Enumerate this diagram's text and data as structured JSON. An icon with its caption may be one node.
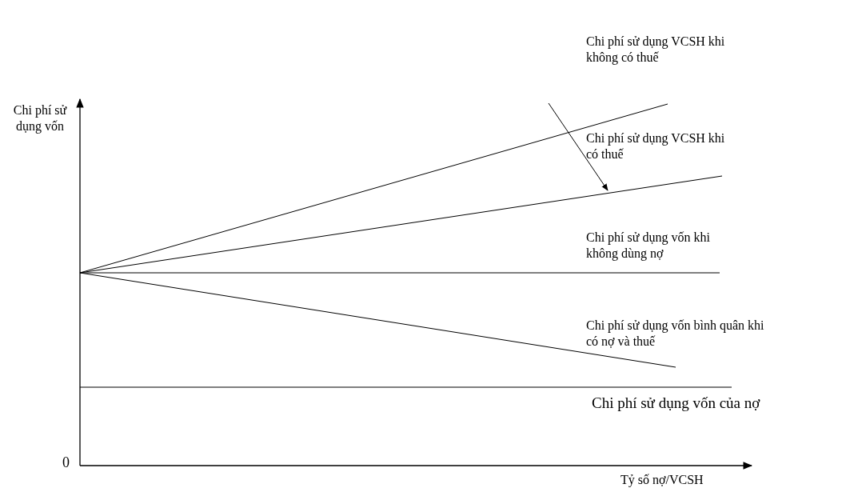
{
  "diagram": {
    "labels": [
      "Chi phí sử dụng vốn",
      "Chi phí sử dụng VCSH khi không có thuế",
      "Chi phí sử dụng VCSH khi có thuế",
      "Chi phí sử dụng vốn khi không dùng nợ",
      "Chi phí sử dụng vốn bình quân khi có nợ và thuế",
      "Chi phí sử dụng vốn của nợ",
      "0",
      "Tỷ số nợ/VCSH"
    ]
  }
}
